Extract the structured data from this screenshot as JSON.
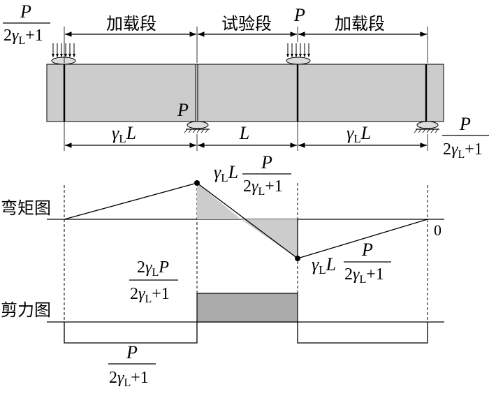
{
  "segments": {
    "left": "加载段",
    "middle": "试验段",
    "right": "加载段"
  },
  "symbols": {
    "P": "P",
    "L": "L",
    "gamma": "γ",
    "gamma_sub": "L",
    "two": "2",
    "plus_one": "+1",
    "zero": "0"
  },
  "diagram_labels": {
    "moment": "弯矩图",
    "shear": "剪力图"
  },
  "colors": {
    "beam_fill": "#cccccc",
    "moment_fill": "#cccccc",
    "shear_fill": "#aaaaaa"
  }
}
